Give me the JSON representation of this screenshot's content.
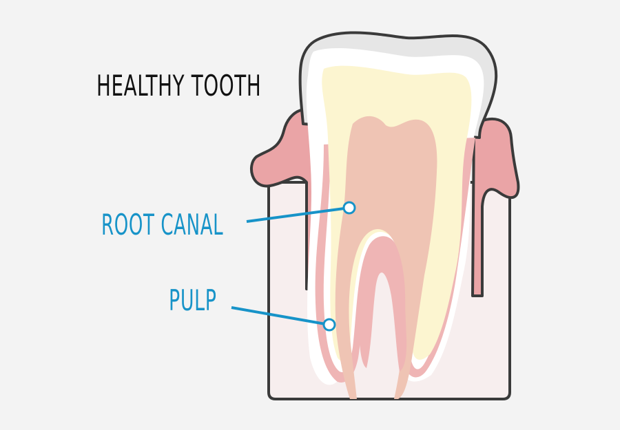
{
  "title": "HEALTHY TOOTH",
  "labels": {
    "root_canal": "ROOT CANAL",
    "pulp": "PULP"
  },
  "colors": {
    "background": "#f3f3f3",
    "title": "#111111",
    "label": "#1793c8",
    "bone": "#f7eeee",
    "bone_outline": "#3a3a3a",
    "gum": "#eaa4a6",
    "enamel": "#e6e6e6",
    "dentin": "#fcf5d0",
    "pulp": "#efc4b4",
    "root_canal": "#efb5b5"
  }
}
